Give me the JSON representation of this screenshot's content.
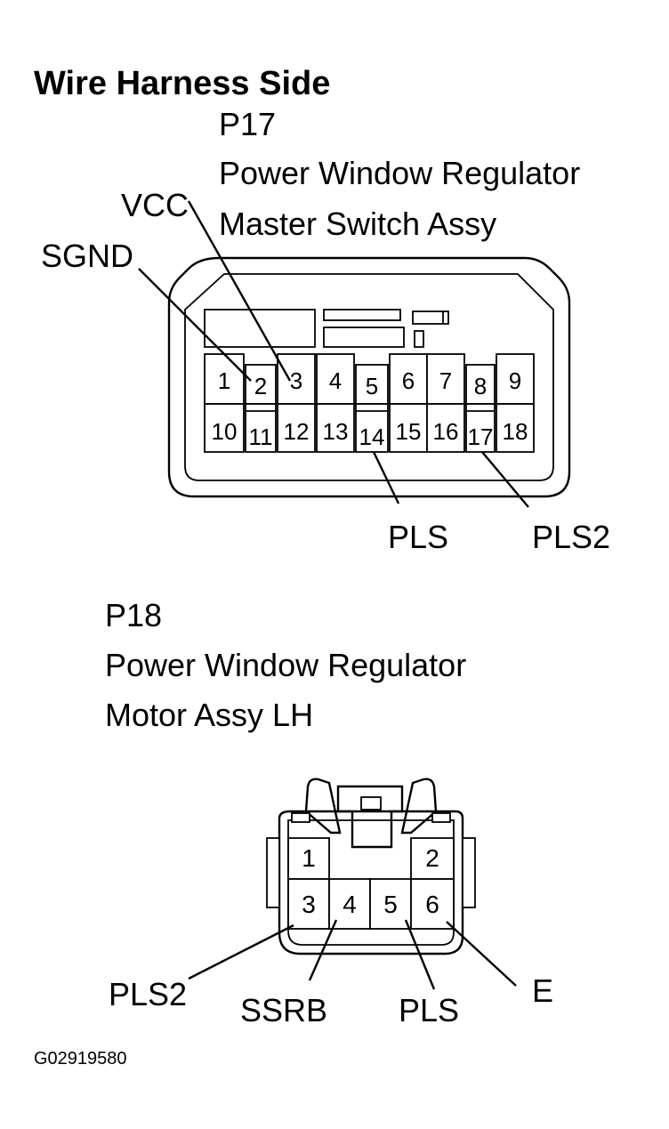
{
  "title": "Wire Harness Side",
  "p17": {
    "code": "P17",
    "name_line1": "Power Window Regulator",
    "name_line2": "Master Switch Assy",
    "pins": [
      "1",
      "2",
      "3",
      "4",
      "5",
      "6",
      "7",
      "8",
      "9",
      "10",
      "11",
      "12",
      "13",
      "14",
      "15",
      "16",
      "17",
      "18"
    ],
    "labels": {
      "vcc": "VCC",
      "sgnd": "SGND",
      "pls": "PLS",
      "pls2": "PLS2"
    }
  },
  "p18": {
    "code": "P18",
    "name_line1": "Power Window Regulator",
    "name_line2": "Motor Assy LH",
    "pins": [
      "1",
      "2",
      "3",
      "4",
      "5",
      "6"
    ],
    "labels": {
      "pls2": "PLS2",
      "ssrb": "SSRB",
      "pls": "PLS",
      "e": "E"
    }
  },
  "figure_code": "G02919580"
}
